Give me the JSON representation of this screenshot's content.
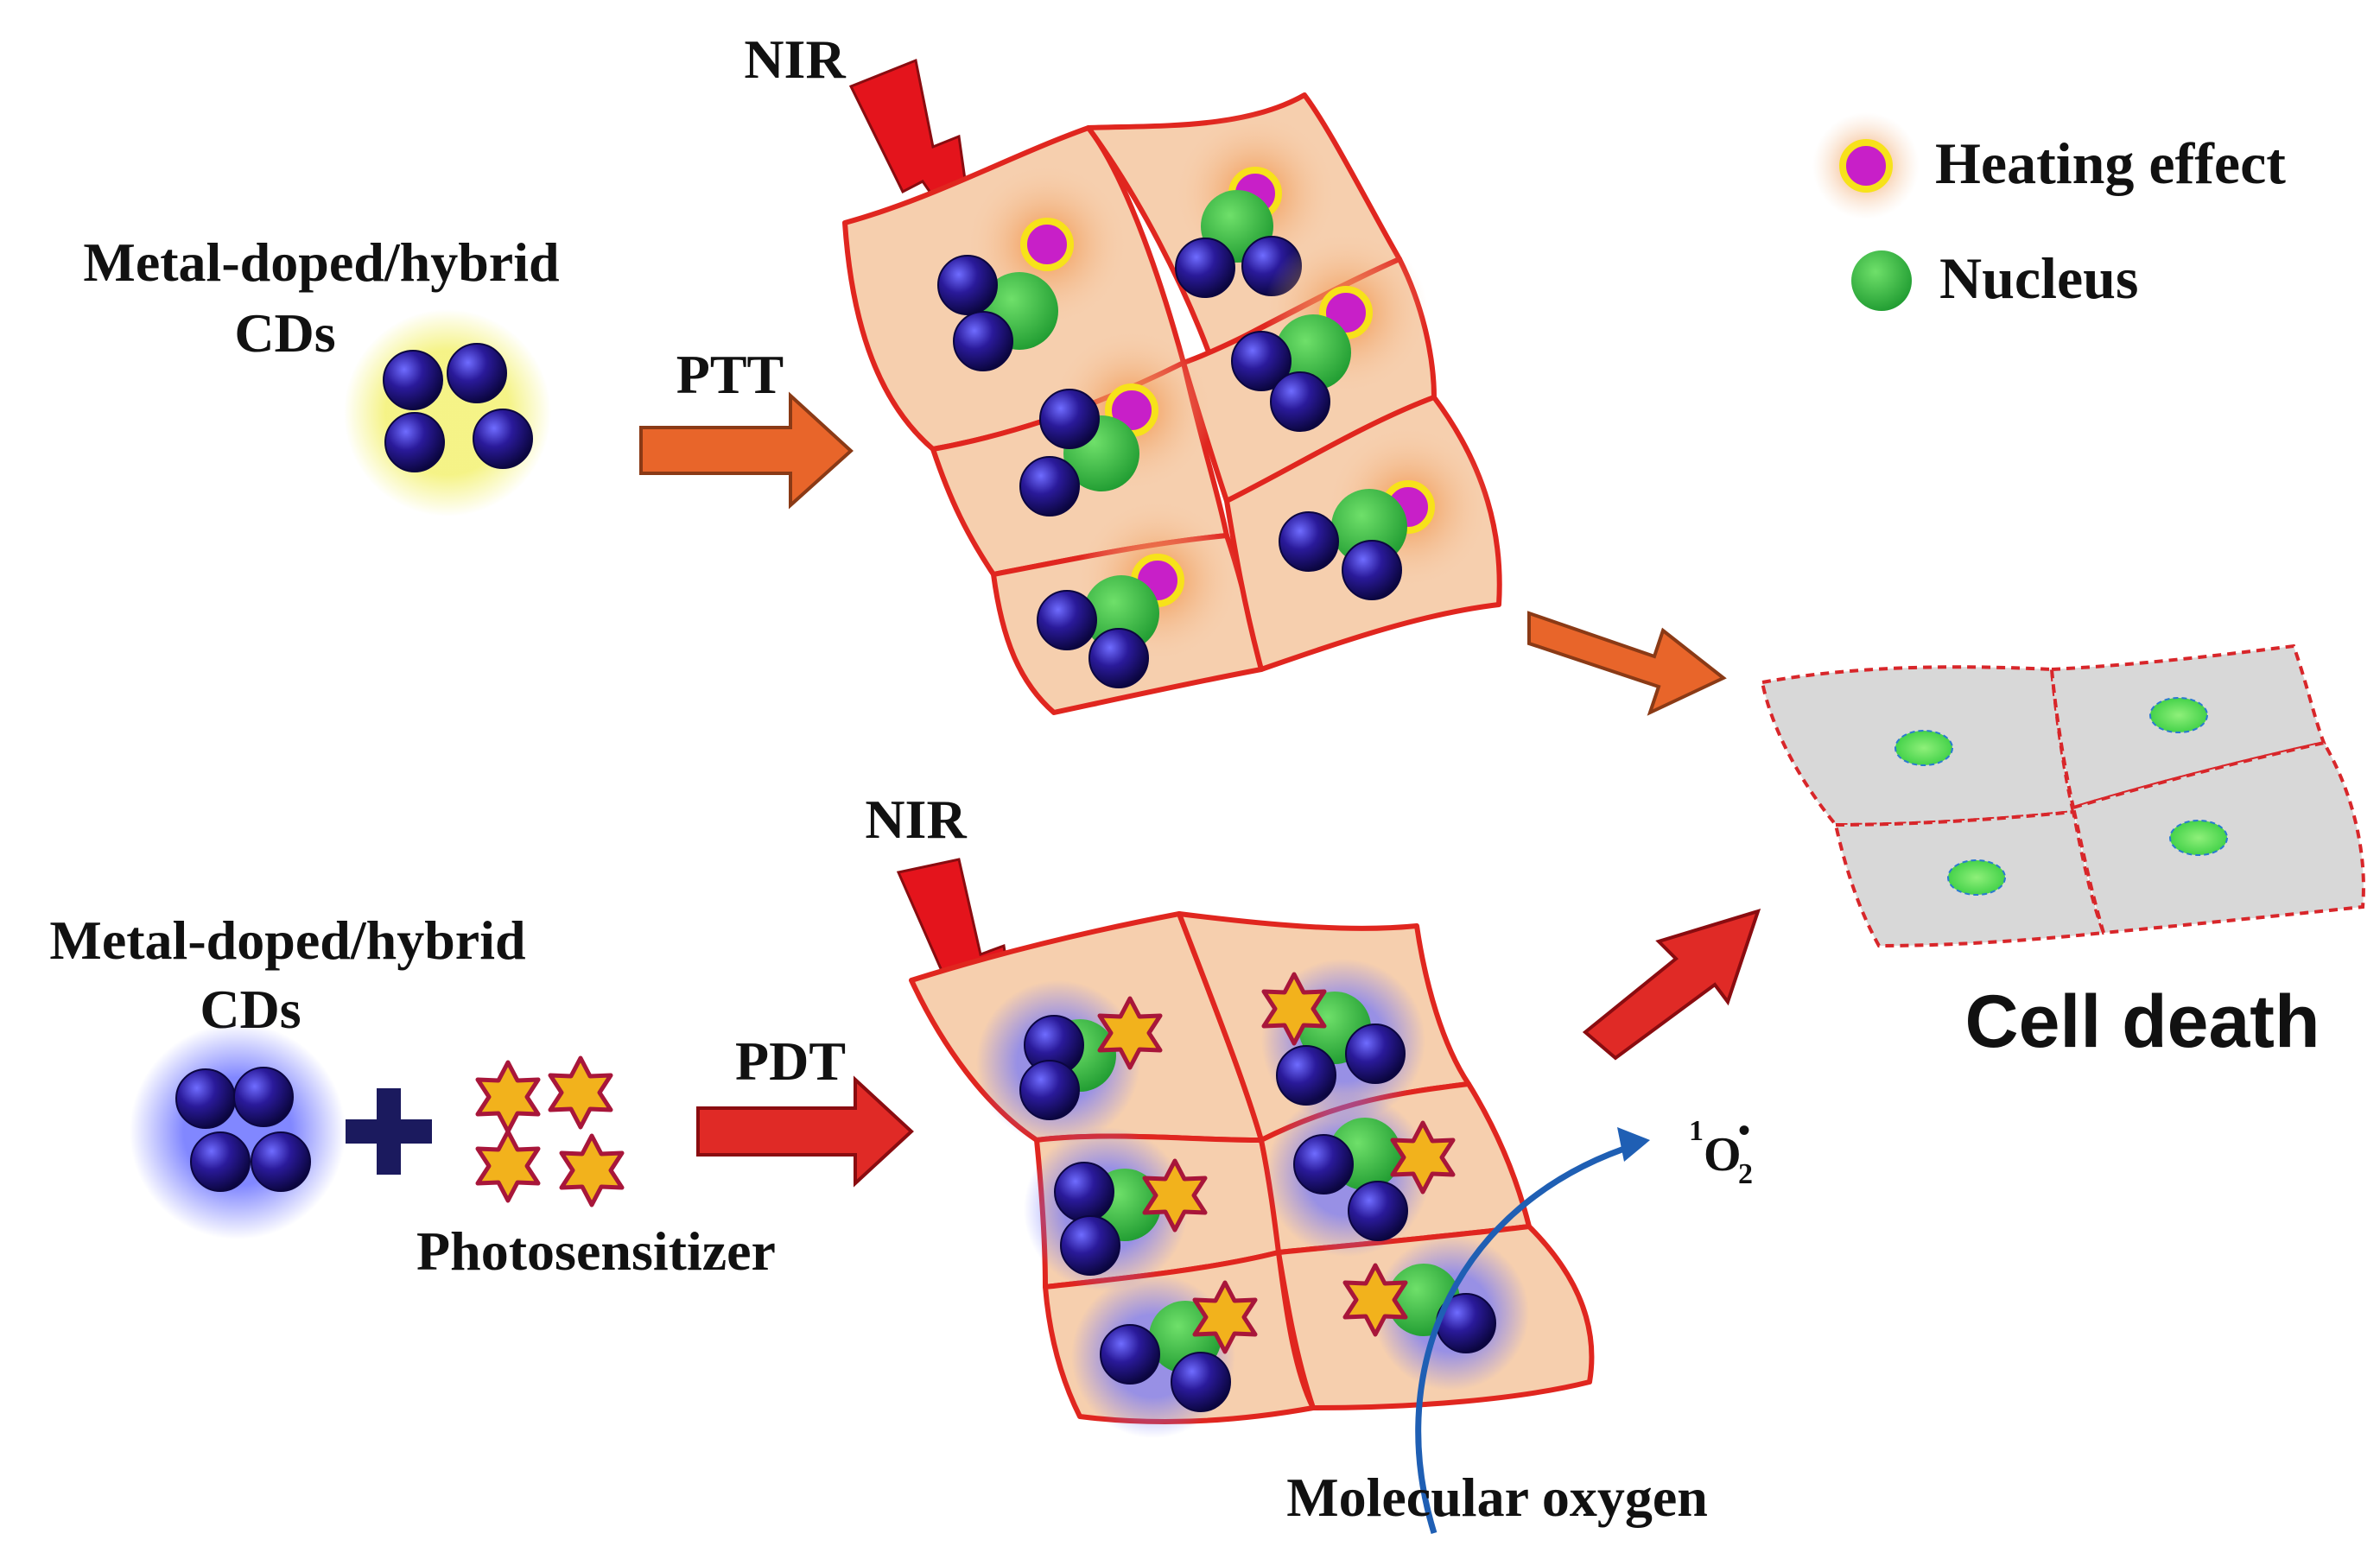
{
  "ptt": {
    "agent_label_line1": "Metal-doped/hybrid",
    "agent_label_line2": "CDs",
    "therapy_label": "PTT",
    "light_label": "NIR"
  },
  "pdt": {
    "agent_label_line1": "Metal-doped/hybrid",
    "agent_label_line2": "CDs",
    "therapy_label": "PDT",
    "light_label": "NIR",
    "photosensitizer_label": "Photosensitizer",
    "oxygen_label": "Molecular oxygen",
    "singlet_oxygen": {
      "superscript": "1",
      "base": "O",
      "subscript": "2",
      "radical": "•"
    }
  },
  "legend": {
    "heating_label": "Heating effect",
    "nucleus_label": "Nucleus"
  },
  "outcome": {
    "label": "Cell death"
  },
  "colors": {
    "cell_fill": "#f6cfae",
    "cell_border": "#e0261f",
    "cd_dot": "#2a1a9a",
    "nucleus": "#2dbb3c",
    "heating_dot": "#c81fc8",
    "heating_ring": "#f7e21a",
    "photosensitizer_star": "#f2b21c",
    "arrow_ptt": "#e8652a",
    "arrow_pdt": "#e02a26",
    "oxygen_arrow": "#1f5fb4",
    "plus_sign": "#1b1a5e"
  }
}
